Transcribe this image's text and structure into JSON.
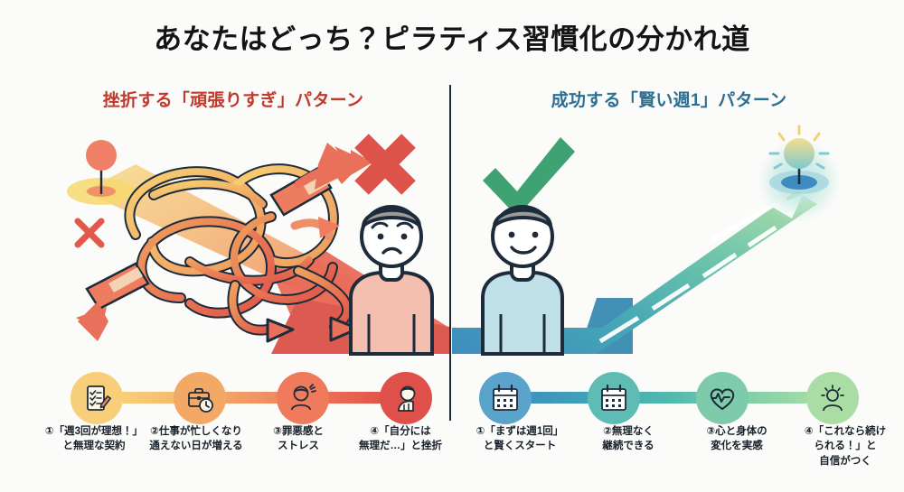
{
  "title": "あなたはどっち？ピラティス習慣化の分かれ道",
  "columns": {
    "left": {
      "heading": "挫折する「頑張りすぎ」パターン",
      "color": "#c0392b",
      "verdict_icon": "cross-mark-icon"
    },
    "right": {
      "heading": "成功する「賢い週1」パターン",
      "color": "#2b6f95",
      "verdict_icon": "check-mark-icon"
    }
  },
  "scene": {
    "left": {
      "metaphor": "tangled-yarn-knot",
      "ground_color": "#dd5a50",
      "person": {
        "shirt_color": "#f4bfae",
        "expression": "sad-face"
      },
      "yarn_colors": [
        "#f5c65f",
        "#f0a05e",
        "#ea6f54",
        "#e1544a"
      ],
      "marker_icon": "map-pin-icon"
    },
    "right": {
      "metaphor": "straight-road-to-goal",
      "ground_color": "#4290b5",
      "person": {
        "shirt_color": "#bfe0e8",
        "expression": "smile-face"
      },
      "road_colors": [
        "#3f8cc0",
        "#45a7b4",
        "#6ec5ab",
        "#a9dca6"
      ],
      "goal_icon": "sun-goal-icon"
    }
  },
  "timeline": {
    "left": {
      "bar_gradient": [
        "#f7d77e",
        "#f09a64",
        "#dd4f46"
      ],
      "steps": [
        {
          "icon": "checklist-pencil-icon",
          "bubble_color": "#f7cf7a",
          "caption_lines": [
            "①「週3回が理想！」",
            "と無理な契約"
          ]
        },
        {
          "icon": "briefcase-clock-icon",
          "bubble_color": "#f3a866",
          "caption_lines": [
            "②仕事が忙しくなり",
            "通えない日が増える"
          ]
        },
        {
          "icon": "stressed-person-icon",
          "bubble_color": "#ef7b5c",
          "caption_lines": [
            "③罪悪感と",
            "ストレス"
          ]
        },
        {
          "icon": "discouraged-person-icon",
          "bubble_color": "#e0504a",
          "caption_lines": [
            "④「自分には",
            "無理だ…」と挫折"
          ]
        }
      ]
    },
    "right": {
      "bar_gradient": [
        "#3f8cc0",
        "#51b9ae",
        "#aee0a5"
      ],
      "steps": [
        {
          "icon": "calendar-icon",
          "bubble_color": "#5aa3cb",
          "caption_lines": [
            "①「まずは週1回」",
            "と賢くスタート"
          ]
        },
        {
          "icon": "calendar-icon",
          "bubble_color": "#5fbcb4",
          "caption_lines": [
            "②無理なく",
            "継続できる"
          ]
        },
        {
          "icon": "heart-pulse-icon",
          "bubble_color": "#7ecbab",
          "caption_lines": [
            "③心と身体の",
            "変化を実感"
          ]
        },
        {
          "icon": "shining-person-icon",
          "bubble_color": "#a9dda4",
          "caption_lines": [
            "④「これなら続け",
            "られる！」と",
            "自信がつく"
          ]
        }
      ]
    }
  }
}
